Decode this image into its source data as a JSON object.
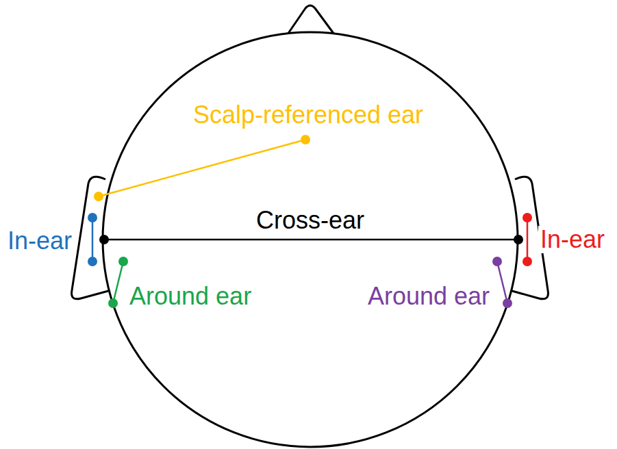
{
  "diagram": {
    "labels": [
      "Scalp-referenced ear",
      "Cross-ear",
      "In-ear",
      "In-ear",
      "Around ear",
      "Around ear"
    ]
  }
}
